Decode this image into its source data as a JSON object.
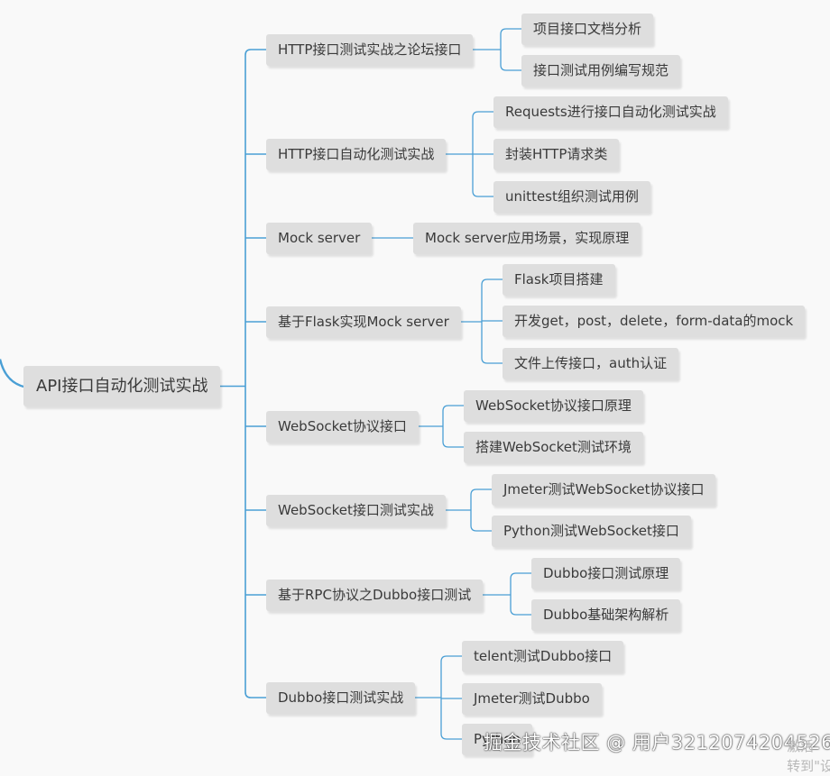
{
  "diagram": {
    "root": {
      "label": "API接口自动化测试实战"
    },
    "branches": [
      {
        "label": "HTTP接口测试实战之论坛接口",
        "children": [
          "项目接口文档分析",
          "接口测试用例编写规范"
        ]
      },
      {
        "label": "HTTP接口自动化测试实战",
        "children": [
          "Requests进行接口自动化测试实战",
          "封装HTTP请求类",
          "unittest组织测试用例"
        ]
      },
      {
        "label": "Mock server",
        "children": [
          "Mock server应用场景，实现原理"
        ]
      },
      {
        "label": "基于Flask实现Mock server",
        "children": [
          "Flask项目搭建",
          "开发get，post，delete，form-data的mock",
          "文件上传接口，auth认证"
        ]
      },
      {
        "label": "WebSocket协议接口",
        "children": [
          "WebSocket协议接口原理",
          "搭建WebSocket测试环境"
        ]
      },
      {
        "label": "WebSocket接口测试实战",
        "children": [
          "Jmeter测试WebSocket协议接口",
          "Python测试WebSocket接口"
        ]
      },
      {
        "label": "基于RPC协议之Dubbo接口测试",
        "children": [
          "Dubbo接口测试原理",
          "Dubbo基础架构解析"
        ]
      },
      {
        "label": "Dubbo接口测试实战",
        "children": [
          "telent测试Dubbo接口",
          "Jmeter测试Dubbo",
          "Python"
        ]
      }
    ]
  },
  "overlay": {
    "watermark": "掘金技术社区 @ 用户3212074204526",
    "activate_line1": "激活",
    "activate_line2": "转到\"设"
  },
  "colors": {
    "line": "#4a9fd5",
    "node_bg": "#dedede",
    "text": "#3a3a3a",
    "background": "#f9f9f9"
  }
}
